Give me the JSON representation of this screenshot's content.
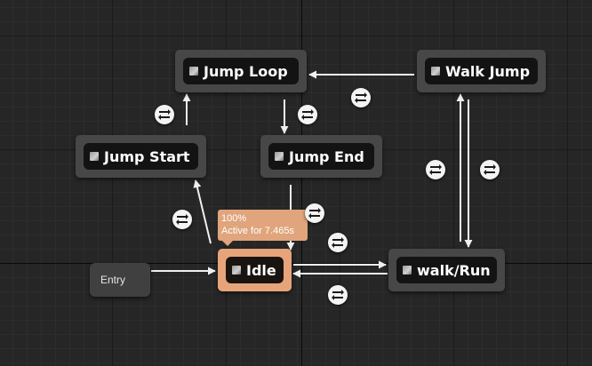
{
  "states": {
    "jump_loop": "Jump Loop",
    "walk_jump": "Walk Jump",
    "jump_start": "Jump Start",
    "jump_end": "Jump End",
    "idle": "Idle",
    "walk_run": "walk/Run"
  },
  "entry": {
    "label": "Entry"
  },
  "active_state": {
    "weight": "100%",
    "active_for": "Active for 7.465s"
  },
  "colors": {
    "active_border": "#e7a47a",
    "node_bg": "#474747",
    "edge": "#f0f0f0"
  },
  "icons": {
    "state": "state-node-icon",
    "transition": "transition-rule-icon",
    "entry_pin": "play-pin-icon"
  }
}
